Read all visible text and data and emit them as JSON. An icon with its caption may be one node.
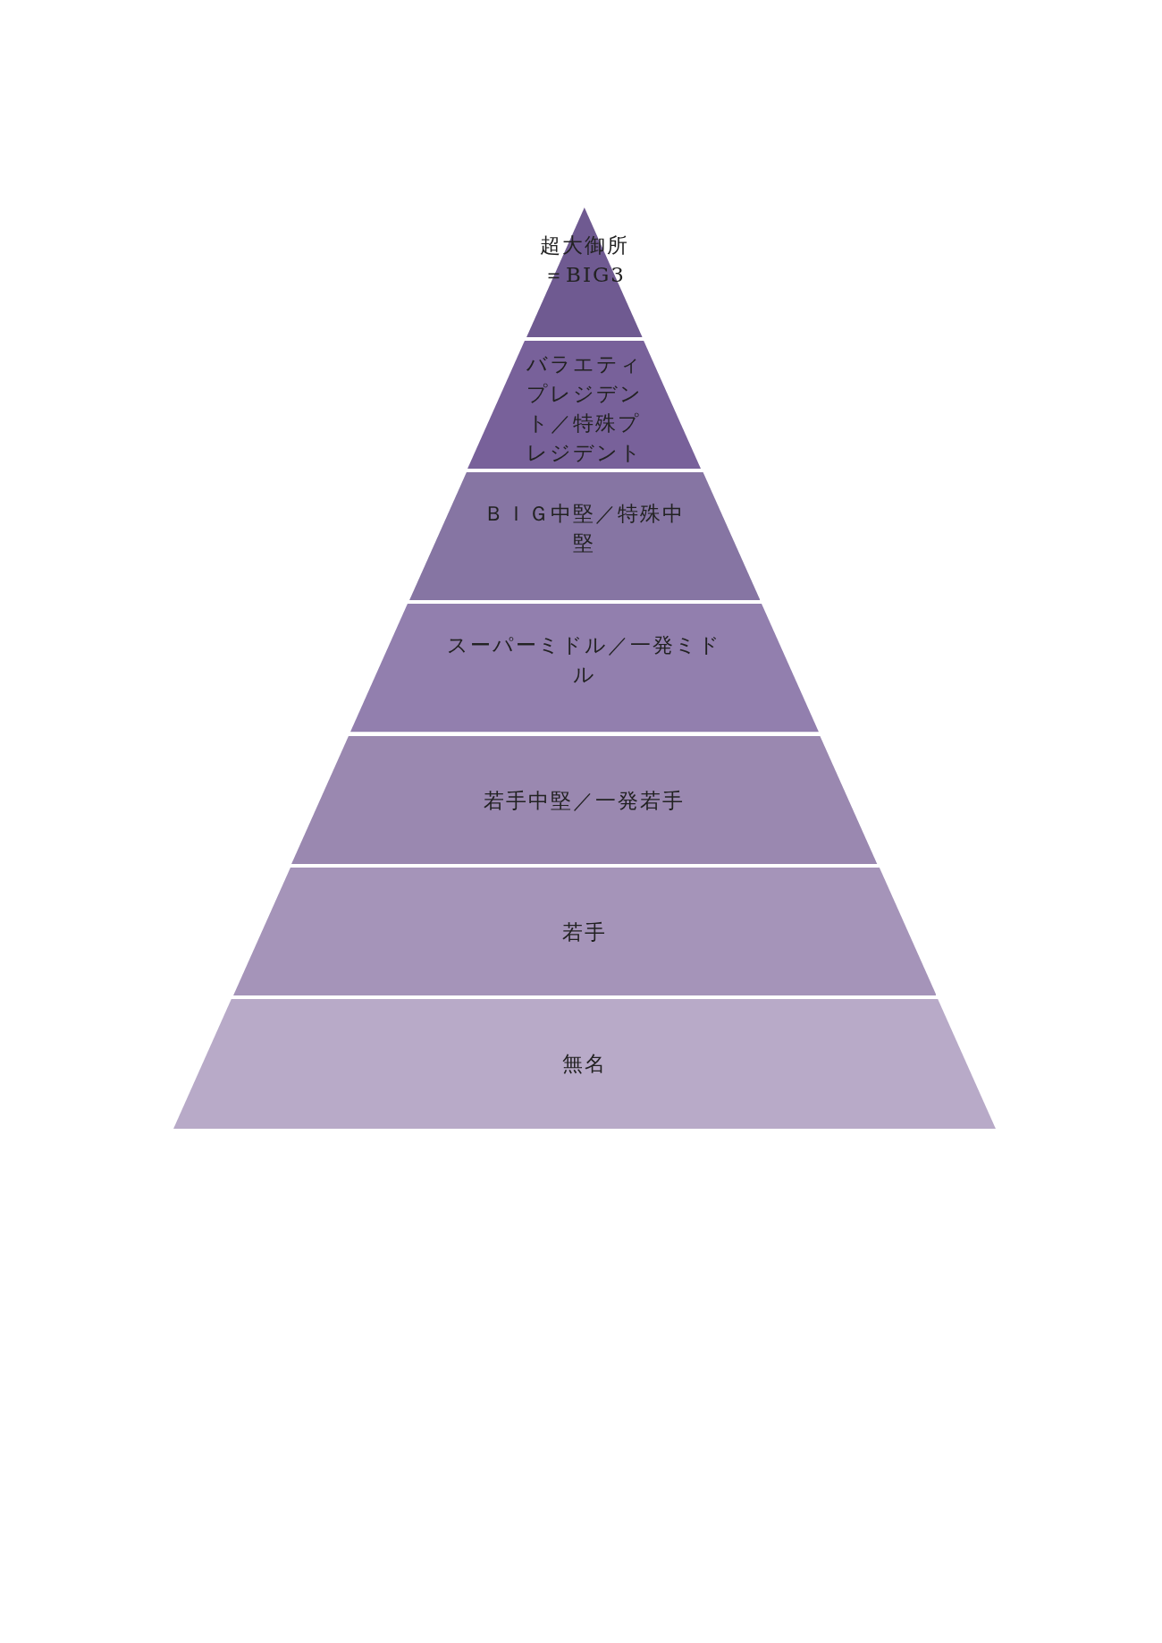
{
  "diagram": {
    "nodes": [
      {
        "text": [
          "超大御所＝BIG3"
        ]
      },
      {
        "text": [
          "バラエティプレジデント／特殊プレジデント"
        ]
      },
      {
        "text": [
          "ＢＩＧ中堅／特殊中堅"
        ]
      },
      {
        "text": [
          "スーパーミドル／一発ミドル"
        ]
      },
      {
        "text": [
          "若手中堅／一発若手"
        ]
      },
      {
        "text": [
          "若手"
        ]
      },
      {
        "text": [
          "無名"
        ]
      }
    ]
  }
}
